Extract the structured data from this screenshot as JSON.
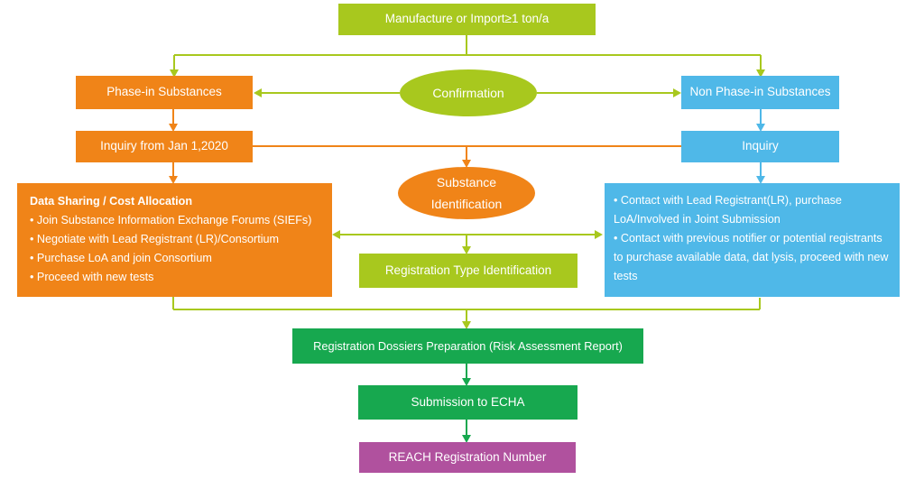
{
  "colors": {
    "light_green": "#a8c81e",
    "orange": "#f08418",
    "blue": "#4fb8e8",
    "dark_green": "#17a84f",
    "purple": "#b0519e",
    "text": "#ffffff"
  },
  "flow": {
    "top": "Manufacture or Import≥1 ton/a",
    "confirmation": "Confirmation",
    "phase_in": "Phase-in Substances",
    "non_phase_in": "Non Phase-in Substances",
    "inquiry_left": "Inquiry from Jan 1,2020",
    "inquiry_right": "Inquiry",
    "substance_id": "Substance Identification",
    "reg_type": "Registration Type Identification",
    "dossiers": "Registration Dossiers Preparation (Risk Assessment Report)",
    "submission": "Submission to ECHA",
    "reach": "REACH Registration Number"
  },
  "left_panel": {
    "title": "Data Sharing / Cost Allocation",
    "items": [
      "Join Substance Information Exchange Forums (SIEFs)",
      "Negotiate with Lead Registrant (LR)/Consortium",
      "Purchase LoA and join Consortium",
      "Proceed with new tests"
    ]
  },
  "right_panel": {
    "items": [
      "Contact with Lead Registrant(LR), purchase LoA/Involved in Joint Submission",
      "Contact with previous notifier or potential registrants to purchase available data, dat lysis, proceed with new tests"
    ]
  }
}
